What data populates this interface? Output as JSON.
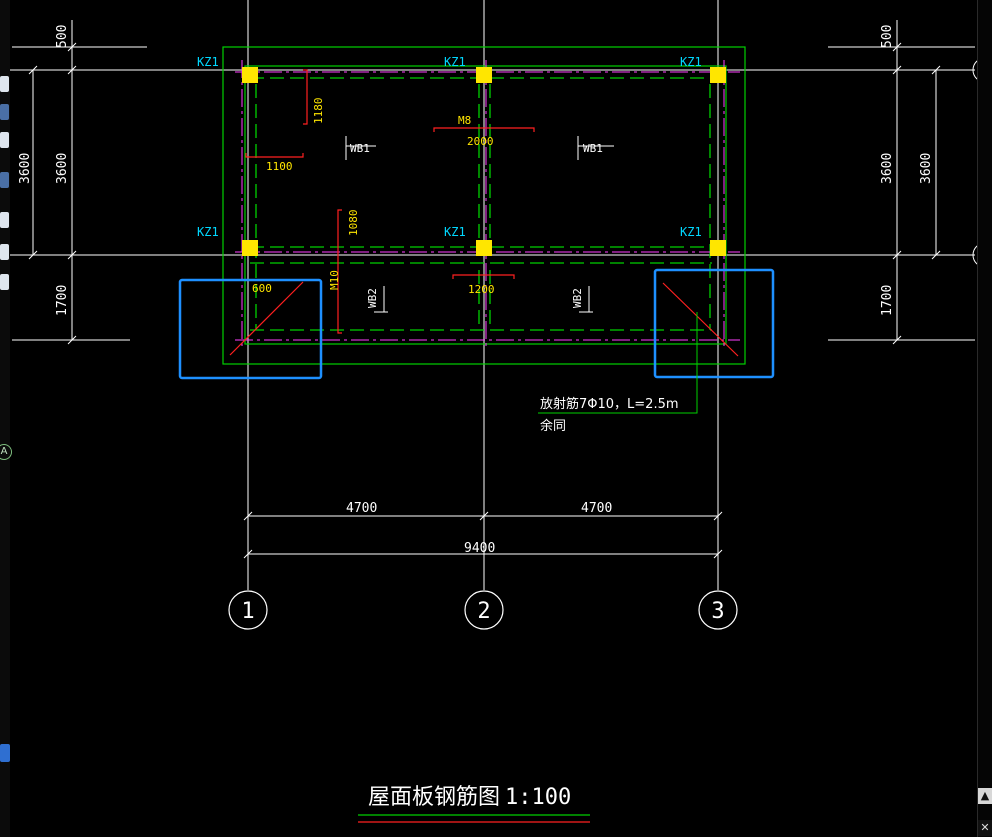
{
  "drawing": {
    "title": "屋面板钢筋图",
    "scale": "1:100",
    "columns": [
      "KZ1",
      "KZ1",
      "KZ1",
      "KZ1",
      "KZ1",
      "KZ1"
    ],
    "axes": [
      "1",
      "2",
      "3"
    ],
    "dims_left": [
      "500",
      "3600",
      "1700"
    ],
    "dims_left_outer": "3600",
    "dims_right": [
      "500",
      "3600",
      "1700"
    ],
    "dims_right_outer": "3600",
    "dims_bottom_inner": [
      "4700",
      "4700"
    ],
    "dims_bottom_total": "9400",
    "beam_labels": {
      "m8": "M8",
      "m10": "M10"
    },
    "slab_labels": {
      "wb1_left": "WB1",
      "wb1_right": "WB1",
      "wb2_left": "WB2",
      "wb2_right": "WB2"
    },
    "rebar_lengths": {
      "a": "1180",
      "b": "1100",
      "c": "2000",
      "d": "1080",
      "e": "1200",
      "f": "600"
    },
    "note_line1": "放射筋7Φ10，L=2.5m",
    "note_line2": "余同"
  },
  "ui": {
    "axis_marker_glyph": "A",
    "scroll_up": "▲",
    "scroll_close": "✕"
  },
  "colors": {
    "background": "#000000",
    "grid": "#ffffff",
    "green": "#00d000",
    "magenta": "#ff40ff",
    "yellow": "#ffe600",
    "cyan": "#00d8ff",
    "red": "#ff2020",
    "highlight": "#1e90ff"
  }
}
